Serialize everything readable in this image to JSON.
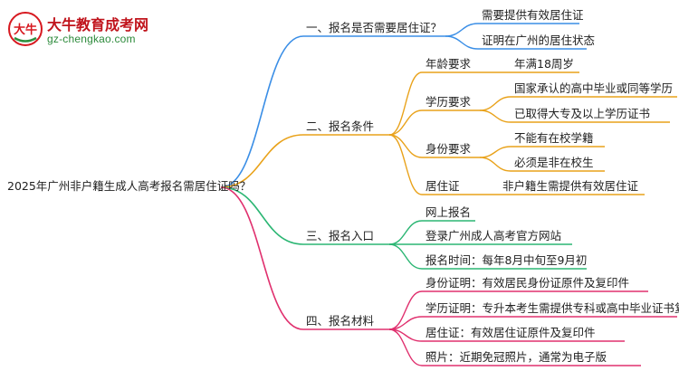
{
  "logo": {
    "title": "大牛教育成考网",
    "url": "gz-chengkao.com",
    "badge_text": "大牛",
    "badge_colors": {
      "red": "#d71920",
      "green": "#2d8f3e"
    }
  },
  "colors": {
    "branch1": "#3a8ee6",
    "branch2": "#e9a21a",
    "branch3": "#2bb673",
    "branch4": "#e0306e"
  },
  "root": "2025年广州非户籍生成人高考报名需居住证吗？",
  "branches": [
    {
      "label": "一、报名是否需要居住证？",
      "leaves": [
        "需要提供有效居住证",
        "证明在广州的居住状态"
      ]
    },
    {
      "label": "二、报名条件",
      "groups": [
        {
          "label": "年龄要求",
          "leaves": [
            "年满18周岁"
          ]
        },
        {
          "label": "学历要求",
          "leaves": [
            "国家承认的高中毕业或同等学历",
            "已取得大专及以上学历证书"
          ]
        },
        {
          "label": "身份要求",
          "leaves": [
            "不能有在校学籍",
            "必须是非在校生"
          ]
        },
        {
          "label": "居住证",
          "leaves": [
            "非户籍生需提供有效居住证"
          ]
        }
      ]
    },
    {
      "label": "三、报名入口",
      "leaves": [
        "网上报名",
        "登录广州成人高考官方网站",
        "报名时间：每年8月中旬至9月初"
      ]
    },
    {
      "label": "四、报名材料",
      "leaves": [
        "身份证明：有效居民身份证原件及复印件",
        "学历证明：专升本考生需提供专科或高中毕业证书复印件",
        "居住证：有效居住证原件及复印件",
        "照片：近期免冠照片，通常为电子版"
      ]
    }
  ]
}
